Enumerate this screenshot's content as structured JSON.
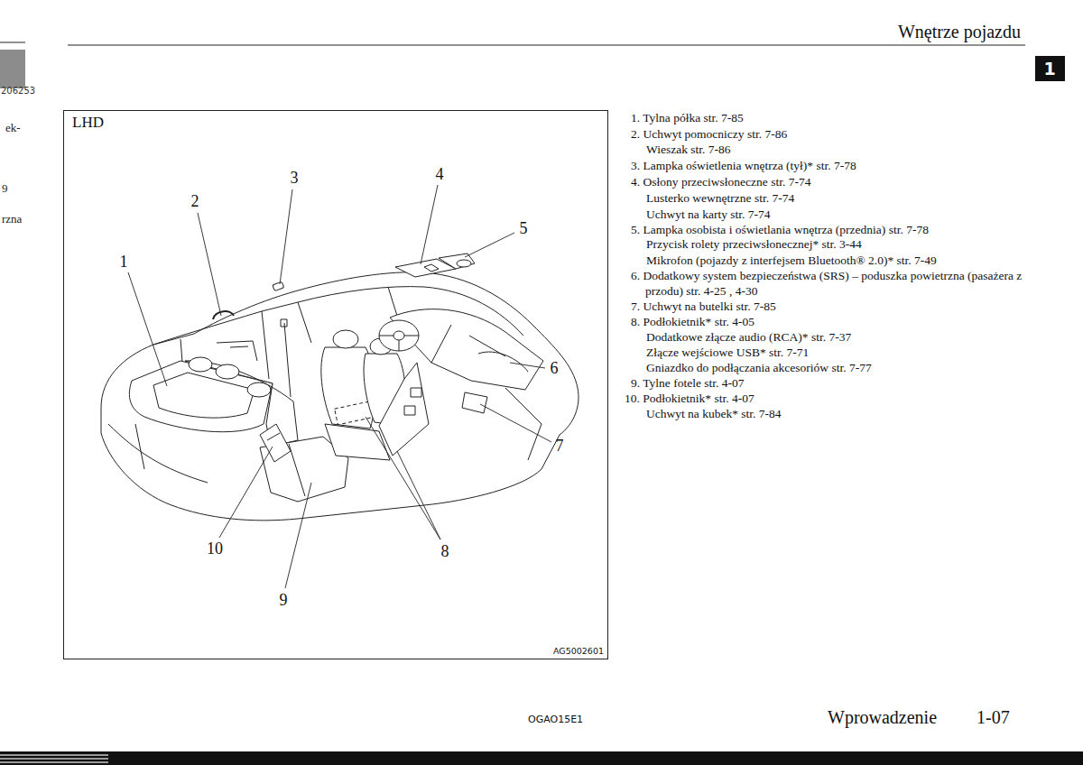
{
  "diagram": {
    "title": "Wnętrze pojazdu",
    "nodes": [
      {
        "text": [
          "LHD",
          "AG5002601"
        ]
      }
    ],
    "labels": [
      "206253",
      "ek-",
      "9",
      "rzna",
      "1",
      "1",
      "2",
      "3",
      "4",
      "5",
      "6",
      "7",
      "8",
      "9",
      "10",
      "1. Tylna półka str. 7-85",
      "2. Uchwyt pomocniczy str. 7-86",
      "Wieszak str. 7-86",
      "3. Lampka oświetlenia wnętrza (tył)* str. 7-78",
      "4. Osłony przeciwsłoneczne str. 7-74",
      "Lusterko wewnętrzne str. 7-74",
      "Uchwyt na karty str. 7-74",
      "5. Lampka osobista i oświetlania wnętrza (przednia) str. 7-78",
      "Przycisk rolety przeciwsłonecznej* str. 3-44",
      "Mikrofon (pojazdy z interfejsem Bluetooth® 2.0)* str. 7-49",
      "6. Dodatkowy system bezpieczeństwa (SRS) – poduszka powietrzna (pasażera z przodu) str. 4-25 , 4-30",
      "7. Uchwyt na butelki str. 7-85",
      "8. Podłokietnik* str. 4-05",
      "Dodatkowe złącze audio (RCA)* str. 7-37",
      "Złącze wejściowe USB* str. 7-71",
      "Gniazdko do podłączania akcesoriów str. 7-77",
      "9. Tylne fotele str. 4-07",
      "10. Podłokietnik* str. 4-07",
      "Uchwyt na kubek* str. 7-84",
      "OGAO15E1",
      "Wprowadzenie",
      "1-07"
    ]
  }
}
